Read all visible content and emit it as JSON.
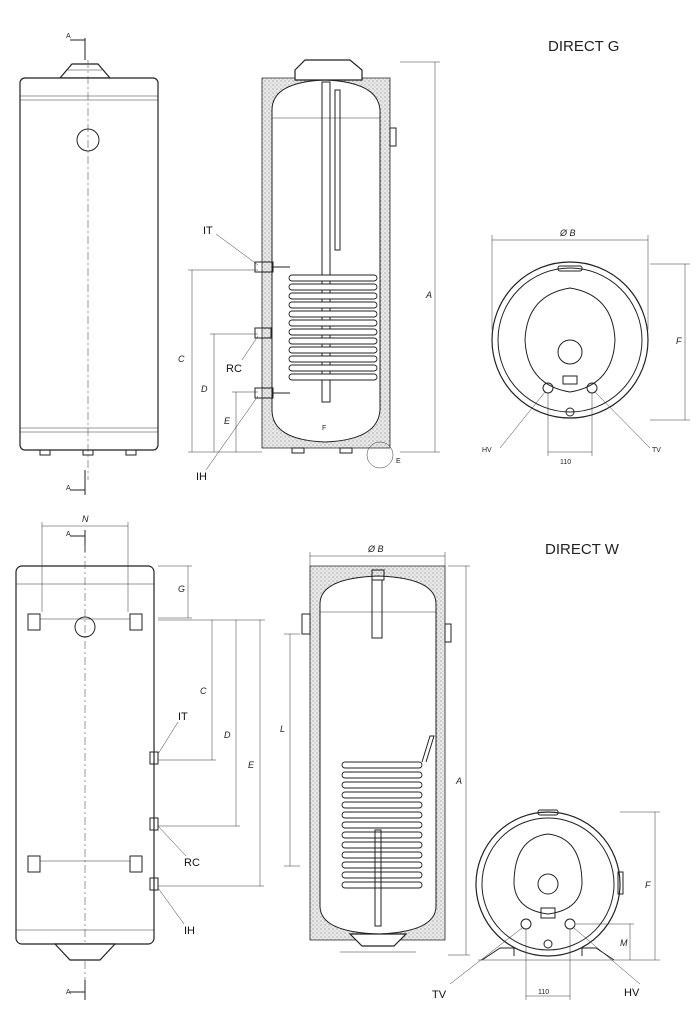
{
  "titles": {
    "top": "DIRECT G",
    "bottom": "DIRECT W"
  },
  "labels": {
    "it": "IT",
    "rc": "RC",
    "ih": "IH",
    "hv": "HV",
    "tv": "TV"
  },
  "dimensions": {
    "a": "A",
    "b": "Ø B",
    "c": "C",
    "d": "D",
    "e": "E",
    "f": "F",
    "g": "G",
    "l": "L",
    "m": "M",
    "n": "N",
    "spacing": "110"
  },
  "section_mark": "A",
  "detail_mark": "E",
  "inner_mark": "F"
}
